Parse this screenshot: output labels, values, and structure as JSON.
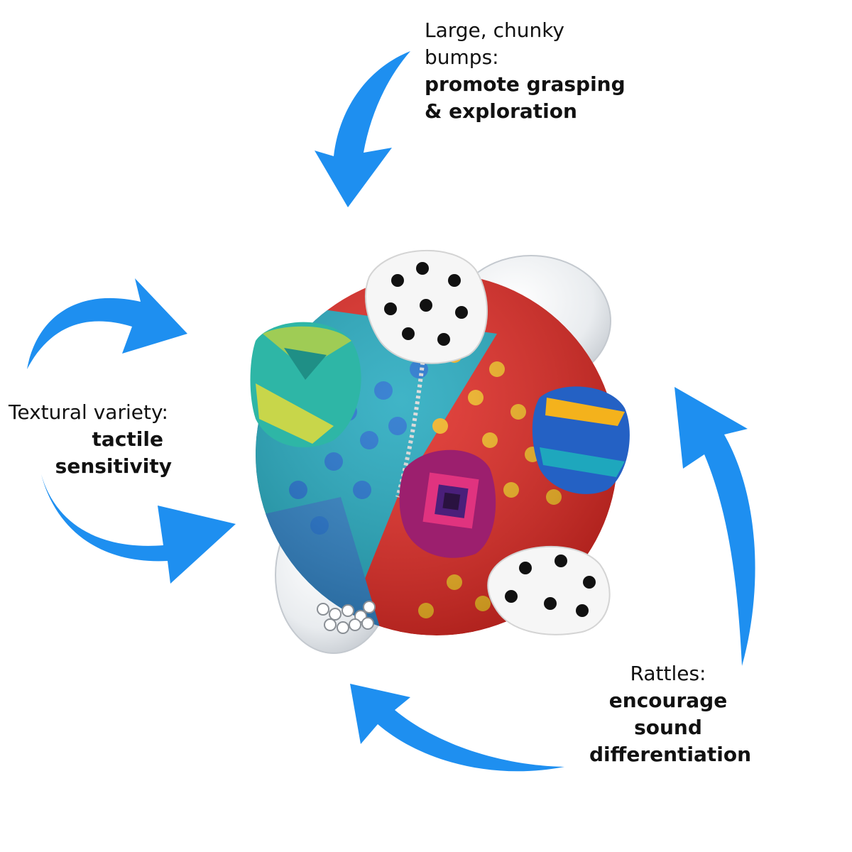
{
  "callouts": {
    "top": {
      "intro_lines": [
        "Large, chunky",
        "bumps:"
      ],
      "benefit_lines": [
        "promote grasping",
        "& exploration"
      ]
    },
    "left": {
      "intro_lines": [
        "Textural variety:"
      ],
      "benefit_lines": [
        "tactile",
        "sensitivity"
      ]
    },
    "right": {
      "intro_lines": [
        "Rattles:"
      ],
      "benefit_lines": [
        "encourage",
        "sound",
        "differentiation"
      ]
    }
  },
  "colors": {
    "arrow": "#1e8ff0",
    "background": "#ffffff",
    "text": "#111111",
    "ball_red": "#e0251f",
    "ball_teal": "#1ea7bd",
    "dot_yellow": "#f4b21c",
    "dot_blue": "#1b6fcc"
  },
  "icons": [
    "curved-arrow-icon",
    "sensory-ball-image"
  ]
}
